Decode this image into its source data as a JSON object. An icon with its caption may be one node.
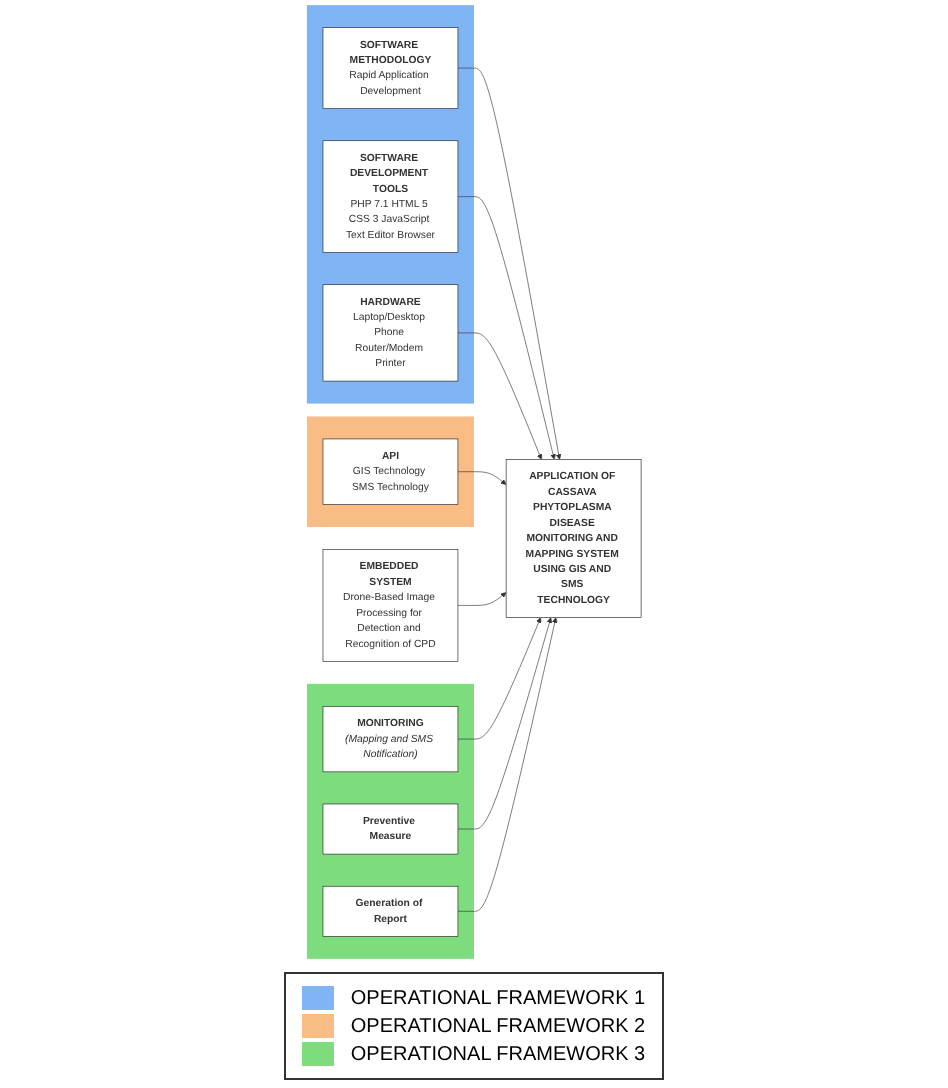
{
  "diagram": {
    "nodes": [
      {
        "text": [],
        "shape": "box"
      },
      {
        "text": [
          "SOFTWARE METHODOLOGY",
          "Rapid Application Development"
        ],
        "in": 0
      },
      {
        "text": [
          "SOFTWARE DEVELOPMENT TOOLS",
          "PHP 7.1 HTML 5 CSS 3 JavaScript Text Editor Browser"
        ],
        "in": 0
      },
      {
        "text": [
          "HARDWARE",
          "Laptop/Desktop Phone Router/Modem Printer"
        ],
        "in": 0
      },
      {
        "text": [],
        "shape": "box"
      },
      {
        "text": [
          "API",
          "GIS Technology SMS Technology"
        ],
        "in": 4
      },
      {
        "text": [
          "APPLICATION OF CASSAVA PHYTOPLASMA DISEASE MONITORING AND MAPPING SYSTEM USING GIS AND SMS TECHNOLOGY"
        ]
      },
      {
        "text": [
          "EMBEDDED SYSTEM",
          "Drone-Based Image Processing for Detection and Recognition of CPD"
        ]
      },
      {
        "text": [],
        "shape": "box"
      },
      {
        "text": [
          "MONITORING",
          "(Mapping and SMS Notification)"
        ],
        "in": 8
      },
      {
        "text": [
          "Preventive Measure"
        ],
        "in": 8
      },
      {
        "text": [
          "Generation of Report"
        ],
        "in": 8
      }
    ],
    "edges": [
      {
        "from": 1,
        "to": 6,
        "arrow": "to"
      },
      {
        "from": 2,
        "to": 6,
        "arrow": "to"
      },
      {
        "from": 3,
        "to": 6,
        "arrow": "to"
      },
      {
        "from": 5,
        "to": 6,
        "arrow": "to"
      },
      {
        "from": 7,
        "to": 6,
        "arrow": "to"
      },
      {
        "from": 9,
        "to": 6,
        "arrow": "to"
      },
      {
        "from": 10,
        "to": 6,
        "arrow": "to"
      },
      {
        "from": 11,
        "to": 6,
        "arrow": "to"
      }
    ],
    "legend": [
      {
        "text": "OPERATIONAL FRAMEWORK 1",
        "color": "#7fb5f5"
      },
      {
        "text": "OPERATIONAL FRAMEWORK 2",
        "color": "#f9bc84"
      },
      {
        "text": "OPERATIONAL FRAMEWORK 3",
        "color": "#7ddc7d"
      }
    ]
  }
}
